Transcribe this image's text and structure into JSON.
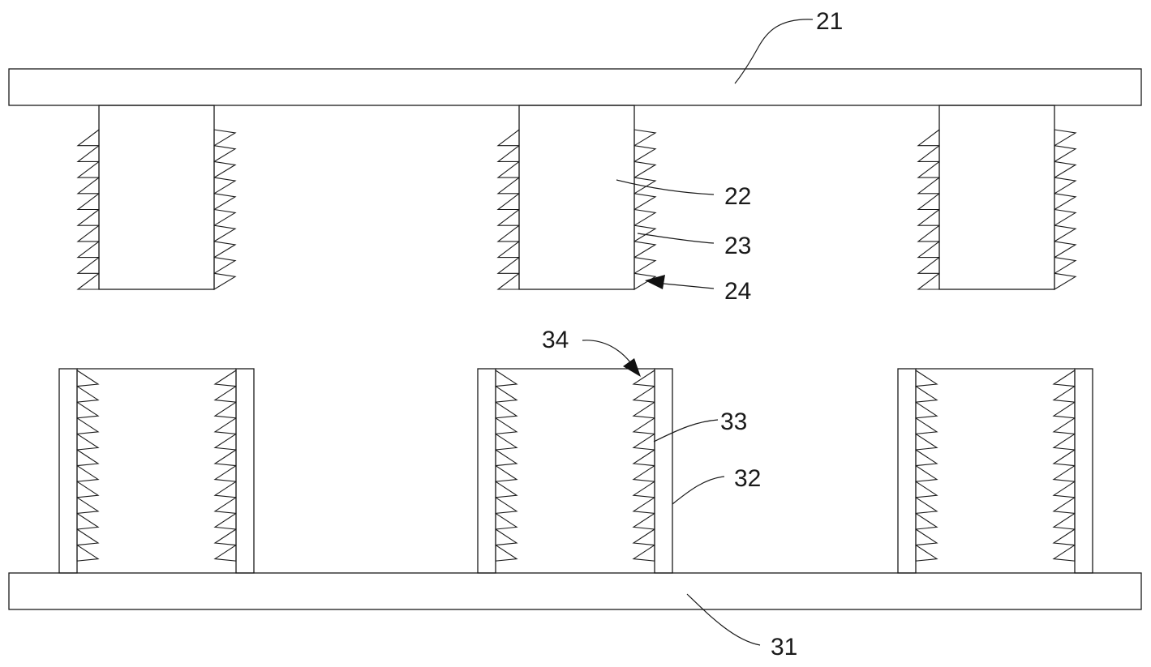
{
  "figure": {
    "reference_numerals": {
      "top_plate": "21",
      "plug": "22",
      "plug_thread": "23",
      "plug_thread_tip": "24",
      "bottom_plate": "31",
      "socket_wall": "32",
      "socket_thread": "33",
      "socket_thread_tip": "34"
    },
    "colors": {
      "line": "#1a1a1a",
      "background": "#ffffff"
    }
  }
}
